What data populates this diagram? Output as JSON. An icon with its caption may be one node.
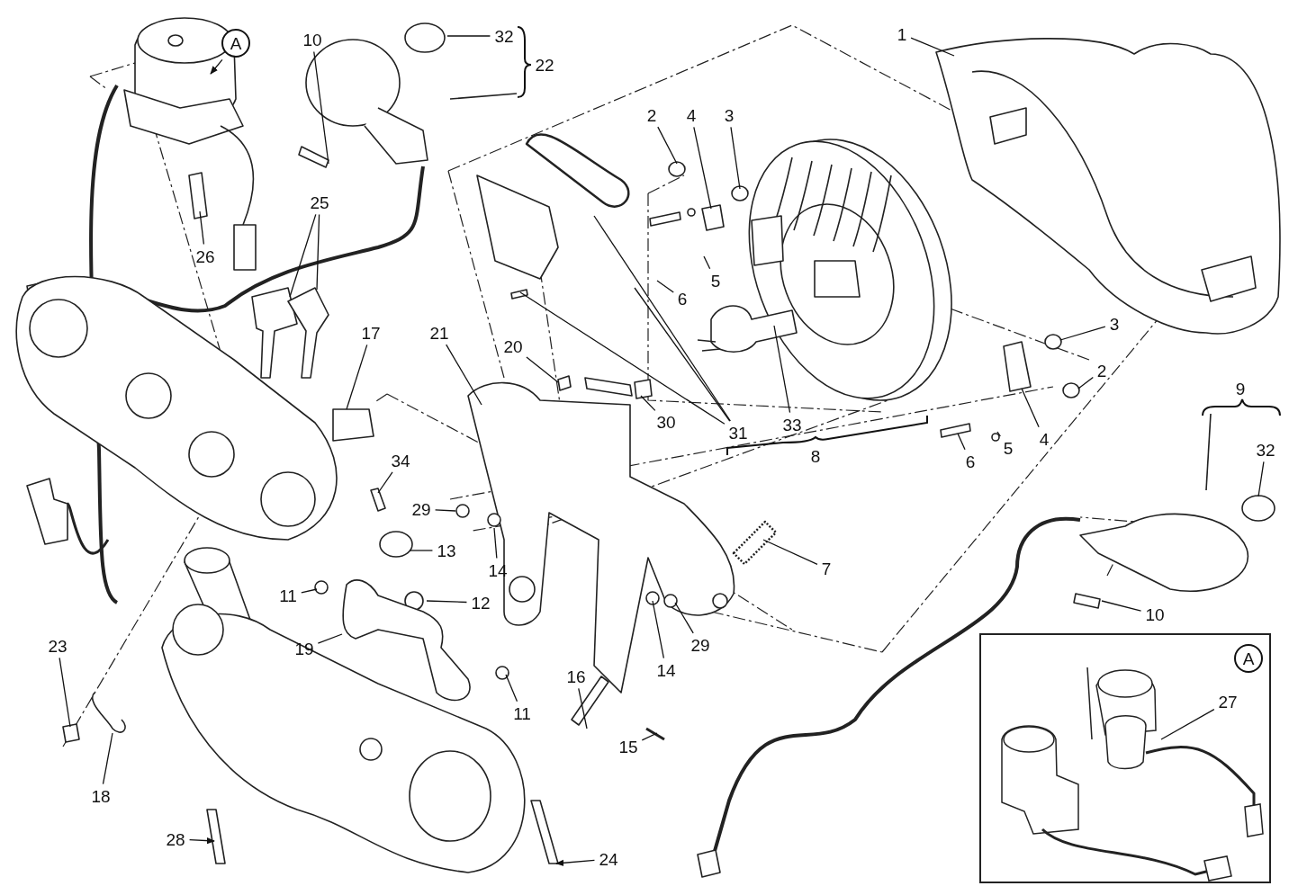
{
  "diagram": {
    "nodes": [
      {
        "text": [
          "A"
        ]
      },
      {
        "text": [
          "10"
        ]
      },
      {
        "text": [
          "32"
        ]
      },
      {
        "text": [
          "1"
        ]
      },
      {
        "text": [
          "2"
        ]
      },
      {
        "text": [
          "4"
        ]
      },
      {
        "text": [
          "3"
        ]
      },
      {
        "text": [
          "25"
        ]
      },
      {
        "text": [
          "26"
        ]
      },
      {
        "text": [
          "6"
        ]
      },
      {
        "text": [
          "5"
        ]
      },
      {
        "text": [
          "3"
        ]
      },
      {
        "text": [
          "2"
        ]
      },
      {
        "text": [
          "17"
        ]
      },
      {
        "text": [
          "21"
        ]
      },
      {
        "text": [
          "20"
        ]
      },
      {
        "text": [
          "30"
        ]
      },
      {
        "text": [
          "31"
        ]
      },
      {
        "text": [
          "33"
        ]
      },
      {
        "text": [
          "6"
        ]
      },
      {
        "text": [
          "5"
        ]
      },
      {
        "text": [
          "4"
        ]
      },
      {
        "text": [
          "32"
        ]
      },
      {
        "text": [
          "34"
        ]
      },
      {
        "text": [
          "29"
        ]
      },
      {
        "text": [
          "13"
        ]
      },
      {
        "text": [
          "14"
        ]
      },
      {
        "text": [
          "7"
        ]
      },
      {
        "text": [
          "11"
        ]
      },
      {
        "text": [
          "12"
        ]
      },
      {
        "text": [
          "19"
        ]
      },
      {
        "text": [
          "29"
        ]
      },
      {
        "text": [
          "14"
        ]
      },
      {
        "text": [
          "23"
        ]
      },
      {
        "text": [
          "11"
        ]
      },
      {
        "text": [
          "16"
        ]
      },
      {
        "text": [
          "10"
        ]
      },
      {
        "text": [
          "18"
        ]
      },
      {
        "text": [
          "15"
        ]
      },
      {
        "text": [
          "28"
        ]
      },
      {
        "text": [
          "24"
        ]
      },
      {
        "text": [],
        "shape": "box"
      },
      {
        "text": [
          "A"
        ],
        "in": 41
      },
      {
        "text": [
          "27"
        ],
        "in": 41
      },
      {
        "text": [
          "22"
        ]
      },
      {
        "text": [
          "8"
        ]
      },
      {
        "text": [
          "9"
        ]
      }
    ],
    "edges": [
      {
        "from": 0,
        "to": null,
        "arrow": "to"
      },
      {
        "from": 1,
        "to": null,
        "arrow": "none"
      },
      {
        "from": 2,
        "to": null,
        "arrow": "none"
      },
      {
        "from": 3,
        "to": null,
        "arrow": "none"
      },
      {
        "from": 4,
        "to": null,
        "arrow": "none"
      },
      {
        "from": 5,
        "to": null,
        "arrow": "none"
      },
      {
        "from": 6,
        "to": null,
        "arrow": "none"
      },
      {
        "from": 7,
        "to": null,
        "arrow": "none"
      },
      {
        "from": 7,
        "to": null,
        "arrow": "none"
      },
      {
        "from": 8,
        "to": null,
        "arrow": "none"
      },
      {
        "from": 9,
        "to": null,
        "arrow": "none"
      },
      {
        "from": 10,
        "to": null,
        "arrow": "none"
      },
      {
        "from": 11,
        "to": null,
        "arrow": "none"
      },
      {
        "from": 12,
        "to": null,
        "arrow": "none"
      },
      {
        "from": 13,
        "to": null,
        "arrow": "none"
      },
      {
        "from": 14,
        "to": null,
        "arrow": "none"
      },
      {
        "from": 15,
        "to": null,
        "arrow": "none"
      },
      {
        "from": 16,
        "to": null,
        "arrow": "none"
      },
      {
        "from": 17,
        "to": null,
        "arrow": "none"
      },
      {
        "from": 17,
        "to": null,
        "arrow": "none"
      },
      {
        "from": 17,
        "to": null,
        "arrow": "none"
      },
      {
        "from": 18,
        "to": null,
        "arrow": "none"
      },
      {
        "from": 19,
        "to": null,
        "arrow": "none"
      },
      {
        "from": 20,
        "to": null,
        "arrow": "none"
      },
      {
        "from": 21,
        "to": null,
        "arrow": "none"
      },
      {
        "from": 22,
        "to": null,
        "arrow": "none"
      },
      {
        "from": 23,
        "to": null,
        "arrow": "none"
      },
      {
        "from": 24,
        "to": null,
        "arrow": "none"
      },
      {
        "from": 25,
        "to": null,
        "arrow": "none"
      },
      {
        "from": 26,
        "to": null,
        "arrow": "none"
      },
      {
        "from": 27,
        "to": null,
        "arrow": "none"
      },
      {
        "from": 28,
        "to": null,
        "arrow": "none"
      },
      {
        "from": 29,
        "to": null,
        "arrow": "none"
      },
      {
        "from": 30,
        "to": null,
        "arrow": "none"
      },
      {
        "from": 31,
        "to": null,
        "arrow": "none"
      },
      {
        "from": 32,
        "to": null,
        "arrow": "none"
      },
      {
        "from": 33,
        "to": null,
        "arrow": "none"
      },
      {
        "from": 34,
        "to": null,
        "arrow": "none"
      },
      {
        "from": 35,
        "to": null,
        "arrow": "none"
      },
      {
        "from": 36,
        "to": null,
        "arrow": "none"
      },
      {
        "from": 37,
        "to": null,
        "arrow": "none"
      },
      {
        "from": 38,
        "to": null,
        "arrow": "none"
      },
      {
        "from": 39,
        "to": null,
        "arrow": "to"
      },
      {
        "from": 40,
        "to": null,
        "arrow": "to"
      },
      {
        "from": 43,
        "to": null,
        "arrow": "none"
      }
    ]
  }
}
